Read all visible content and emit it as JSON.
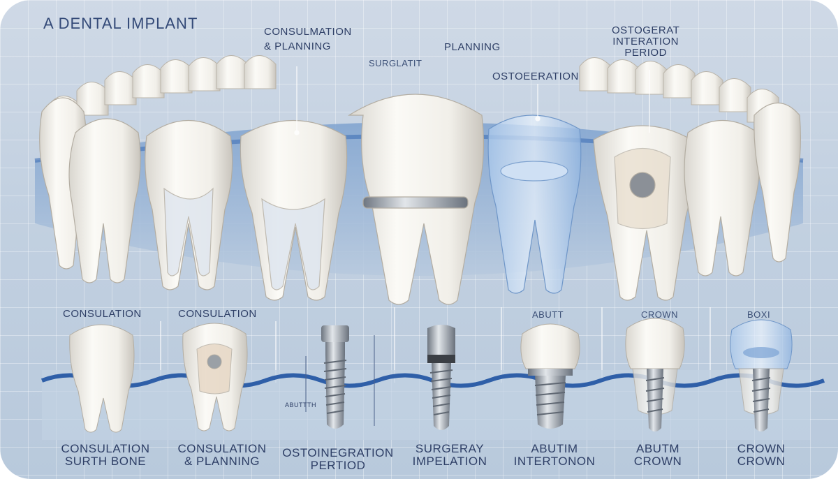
{
  "title": "A DENTAL IMPLANT",
  "top_labels": {
    "consultation": [
      "CONSULMATION",
      "& PLANNING"
    ],
    "surgical": "SURGLATIT",
    "planning": "PLANNING",
    "osteo": "OSTOEERATION",
    "integration": [
      "OSTOGERAT",
      "INTERATION",
      "PERIOD"
    ]
  },
  "mid_labels": [
    "CONSULATION",
    "CONSULATION",
    "ABUTT",
    "CROWN",
    "BOXI"
  ],
  "small_mark": "ABUTTTH",
  "bottom_labels": [
    [
      "CONSULATION",
      "SURTH BONE"
    ],
    [
      "CONSULATION",
      "& PLANNING"
    ],
    [
      "OSTOINEGRATION",
      "PERTIOD"
    ],
    [
      "SURGERAY",
      "IMPELATION"
    ],
    [
      "ABUTIM",
      "INTERTONON"
    ],
    [
      "ABUTM",
      "CROWN"
    ],
    [
      "CROWN",
      "CROWN"
    ]
  ],
  "colors": {
    "background": "#c3d1e1",
    "gum": "#3f6fb5",
    "bone": "#9fb8d6",
    "tooth": "#f4f2ec",
    "titanium": "#9aa3ad"
  }
}
